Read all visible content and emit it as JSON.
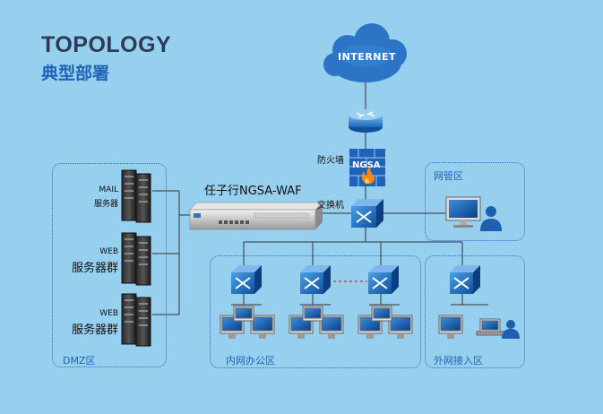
{
  "header": {
    "title": "TOPOLOGY",
    "subtitle": "典型部署"
  },
  "cloud_label": "INTERNET",
  "labels": {
    "firewall": "防火墙",
    "device": "任子行NGSA-WAF",
    "switch": "交换机",
    "fw_badge": "NGSA",
    "mail_line1": "MAIL",
    "mail_line2": "服务器",
    "web1_line1": "WEB",
    "web1_line2": "服务器群",
    "web2_line1": "WEB",
    "web2_line2": "服务器群"
  },
  "zones": {
    "dmz": "DMZ区",
    "mgmt": "网管区",
    "intranet": "内网办公区",
    "external": "外网接入区"
  },
  "colors": {
    "bg": "#97cfef",
    "accent": "#1f63b8",
    "switch": "#1b5fb0",
    "line": "#333333"
  }
}
